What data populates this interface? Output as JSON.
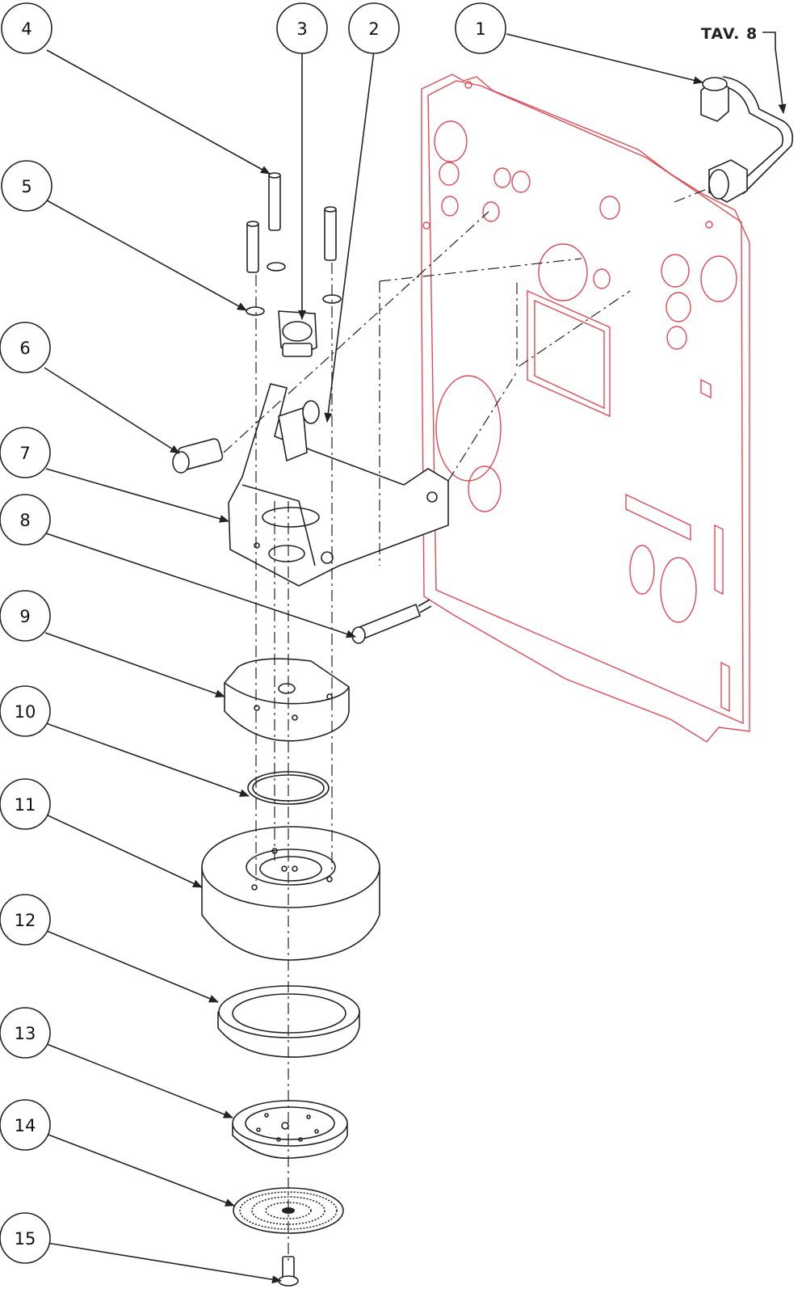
{
  "diagram": {
    "reference_label": "TAV. 8",
    "callouts": [
      {
        "id": "1",
        "label": "1"
      },
      {
        "id": "2",
        "label": "2"
      },
      {
        "id": "3",
        "label": "3"
      },
      {
        "id": "4",
        "label": "4"
      },
      {
        "id": "5",
        "label": "5"
      },
      {
        "id": "6",
        "label": "6"
      },
      {
        "id": "7",
        "label": "7"
      },
      {
        "id": "8",
        "label": "8"
      },
      {
        "id": "9",
        "label": "9"
      },
      {
        "id": "10",
        "label": "10"
      },
      {
        "id": "11",
        "label": "11"
      },
      {
        "id": "12",
        "label": "12"
      },
      {
        "id": "13",
        "label": "13"
      },
      {
        "id": "14",
        "label": "14"
      },
      {
        "id": "15",
        "label": "15"
      }
    ],
    "colors": {
      "line": "#222222",
      "panel": "#e04a55",
      "background": "#ffffff"
    }
  }
}
